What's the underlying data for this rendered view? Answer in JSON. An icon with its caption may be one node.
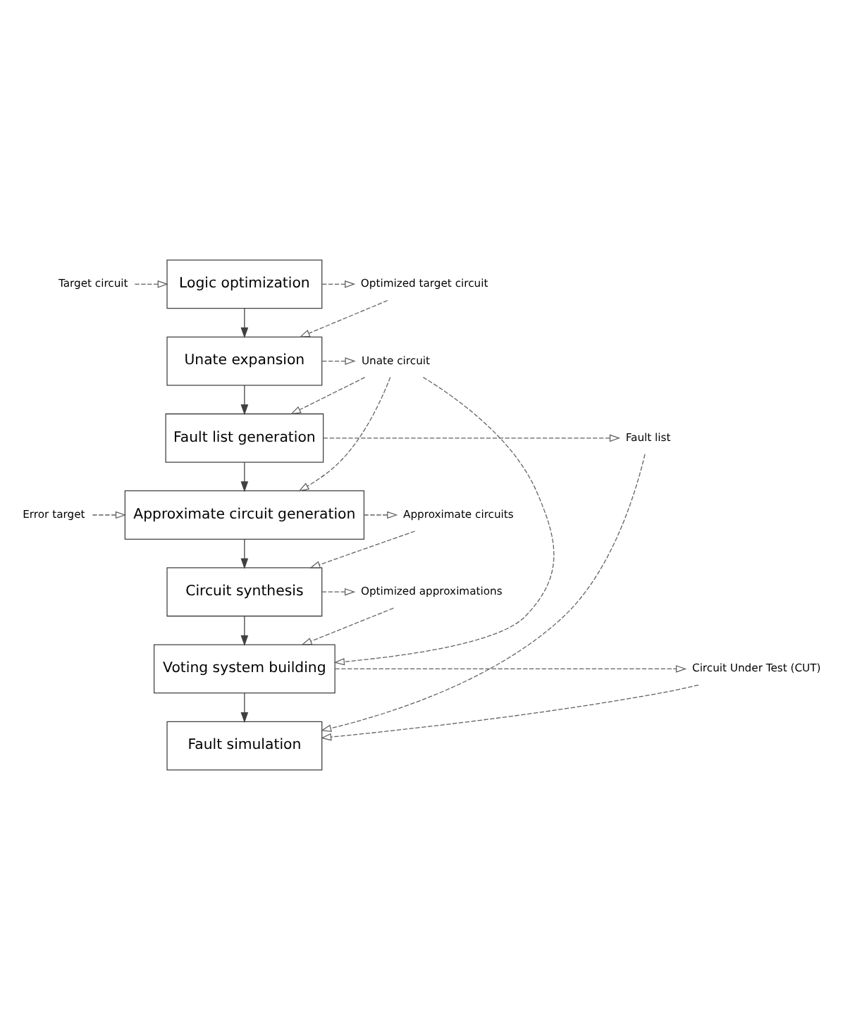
{
  "diagram": {
    "nodes": [
      {
        "text": [
          "Target circuit"
        ]
      },
      {
        "text": [
          "Logic optimization"
        ]
      },
      {
        "text": [
          "Optimized target circuit"
        ]
      },
      {
        "text": [
          "Unate circuit"
        ]
      },
      {
        "text": [
          "Unate expansion"
        ]
      },
      {
        "text": [
          "Fault list generation"
        ]
      },
      {
        "text": [
          "Fault list"
        ]
      },
      {
        "text": [
          "Error target"
        ]
      },
      {
        "text": [
          "Approximate circuit generation"
        ]
      },
      {
        "text": [
          "Approximate circuits"
        ]
      },
      {
        "text": [
          "Optimized approximations"
        ]
      },
      {
        "text": [
          "Circuit synthesis"
        ]
      },
      {
        "text": [
          "Voting system building"
        ]
      },
      {
        "text": [
          "Circuit Under Test (CUT)"
        ]
      },
      {
        "text": [
          "Fault simulation"
        ]
      }
    ],
    "edges": [
      {
        "from": 0,
        "to": 1,
        "arrow": "to",
        "style": "dashed"
      },
      {
        "from": 1,
        "to": 2,
        "arrow": "to",
        "style": "dashed"
      },
      {
        "from": 1,
        "to": 4,
        "arrow": "to"
      },
      {
        "from": 2,
        "to": 4,
        "arrow": "to",
        "style": "dashed"
      },
      {
        "from": 4,
        "to": 3,
        "arrow": "to",
        "style": "dashed"
      },
      {
        "from": 4,
        "to": 5,
        "arrow": "to"
      },
      {
        "from": 3,
        "to": 5,
        "arrow": "to",
        "style": "dashed"
      },
      {
        "from": 3,
        "to": 8,
        "arrow": "to",
        "style": "dashed"
      },
      {
        "from": 3,
        "to": 12,
        "arrow": "to",
        "style": "dashed"
      },
      {
        "from": 5,
        "to": 6,
        "arrow": "to",
        "style": "dashed"
      },
      {
        "from": 5,
        "to": 8,
        "arrow": "to"
      },
      {
        "from": 7,
        "to": 8,
        "arrow": "to",
        "style": "dashed"
      },
      {
        "from": 8,
        "to": 9,
        "arrow": "to",
        "style": "dashed"
      },
      {
        "from": 8,
        "to": 11,
        "arrow": "to"
      },
      {
        "from": 9,
        "to": 11,
        "arrow": "to",
        "style": "dashed"
      },
      {
        "from": 11,
        "to": 10,
        "arrow": "to",
        "style": "dashed"
      },
      {
        "from": 10,
        "to": 12,
        "arrow": "to",
        "style": "dashed"
      },
      {
        "from": 11,
        "to": 12,
        "arrow": "to"
      },
      {
        "from": 12,
        "to": 13,
        "arrow": "to",
        "style": "dashed"
      },
      {
        "from": 13,
        "to": 14,
        "arrow": "to",
        "style": "dashed"
      },
      {
        "from": 12,
        "to": 14,
        "arrow": "to"
      },
      {
        "from": 6,
        "to": 14,
        "arrow": "to",
        "style": "dashed"
      }
    ]
  }
}
